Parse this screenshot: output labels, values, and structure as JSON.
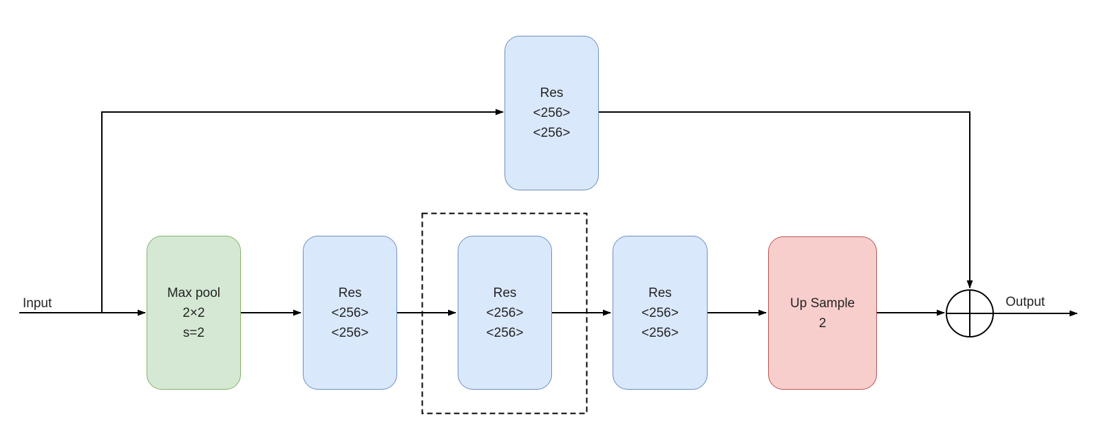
{
  "diagram": {
    "labels": {
      "input": "Input",
      "output": "Output"
    },
    "nodes": {
      "skip_res": {
        "text": "Res\n<256>\n<256>",
        "color": "blue"
      },
      "max_pool": {
        "text": "Max pool\n2×2\ns=2",
        "color": "green"
      },
      "res1": {
        "text": "Res\n<256>\n<256>",
        "color": "blue"
      },
      "res2": {
        "text": "Res\n<256>\n<256>",
        "color": "blue",
        "note": "enclosed in dashed rectangle"
      },
      "res3": {
        "text": "Res\n<256>\n<256>",
        "color": "blue"
      },
      "up_sample": {
        "text": "Up Sample\n2",
        "color": "red"
      }
    },
    "sum_node": {
      "symbol": "⊕"
    },
    "colors": {
      "blue_fill": "#dae8fc",
      "blue_stroke": "#6c8ebf",
      "green_fill": "#d5e8d4",
      "green_stroke": "#82b366",
      "red_fill": "#f8cecc",
      "red_stroke": "#b85450",
      "edge": "#000000",
      "text": "#232323",
      "background": "#ffffff"
    }
  }
}
